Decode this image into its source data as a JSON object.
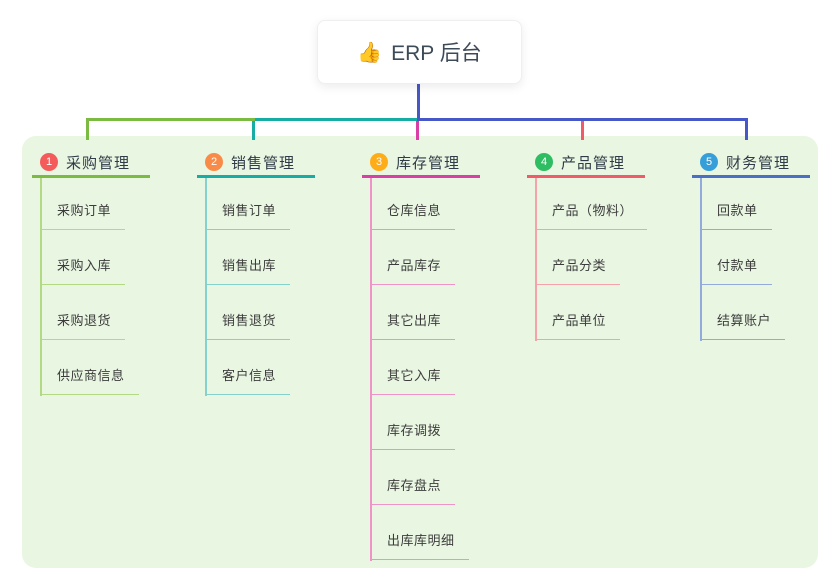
{
  "root": {
    "icon": "thumbs-up-icon",
    "icon_glyph": "👍",
    "label": "ERP 后台"
  },
  "connector_color": "#4657c8",
  "panel_color": "#e9f6e2",
  "branches": [
    {
      "badge": "1",
      "title": "采购管理",
      "badge_color": "#f45b5b",
      "line_color": "#7cbb42",
      "light_color": "#b2da85",
      "children": [
        "采购订单",
        "采购入库",
        "采购退货",
        "供应商信息"
      ]
    },
    {
      "badge": "2",
      "title": "销售管理",
      "badge_color": "#f98b49",
      "line_color": "#17ada4",
      "light_color": "#85d2cc",
      "children": [
        "销售订单",
        "销售出库",
        "销售退货",
        "客户信息"
      ]
    },
    {
      "badge": "3",
      "title": "库存管理",
      "badge_color": "#feac18",
      "line_color": "#d83fa7",
      "light_color": "#ef93c8",
      "children": [
        "仓库信息",
        "产品库存",
        "其它出库",
        "其它入库",
        "库存调拨",
        "库存盘点",
        "出库库明细"
      ]
    },
    {
      "badge": "4",
      "title": "产品管理",
      "badge_color": "#2ebd62",
      "line_color": "#f15b67",
      "light_color": "#f7a2ab",
      "children": [
        "产品（物料）",
        "产品分类",
        "产品单位"
      ]
    },
    {
      "badge": "5",
      "title": "财务管理",
      "badge_color": "#369fd9",
      "line_color": "#4a6fc4",
      "light_color": "#93abdc",
      "children": [
        "回款单",
        "付款单",
        "结算账户"
      ]
    }
  ]
}
